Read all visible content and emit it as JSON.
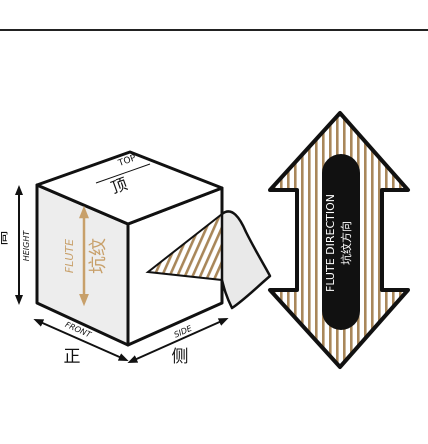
{
  "box": {
    "top_en": "TOP",
    "top_cn": "顶",
    "height_en": "HEIGHT",
    "height_cn": "高",
    "front_en": "FRONT",
    "front_cn": "正",
    "side_en": "SIDE",
    "side_cn": "侧",
    "flute_en": "FLUTE",
    "flute_cn": "坑纹"
  },
  "arrow": {
    "direction_en": "FLUTE DIRECTION",
    "direction_cn": "坑纹方向"
  },
  "colors": {
    "corrugation_stripe": "#a9875a",
    "flute_text": "#c8a06a",
    "box_face": "#ededed",
    "ink": "#111111"
  }
}
